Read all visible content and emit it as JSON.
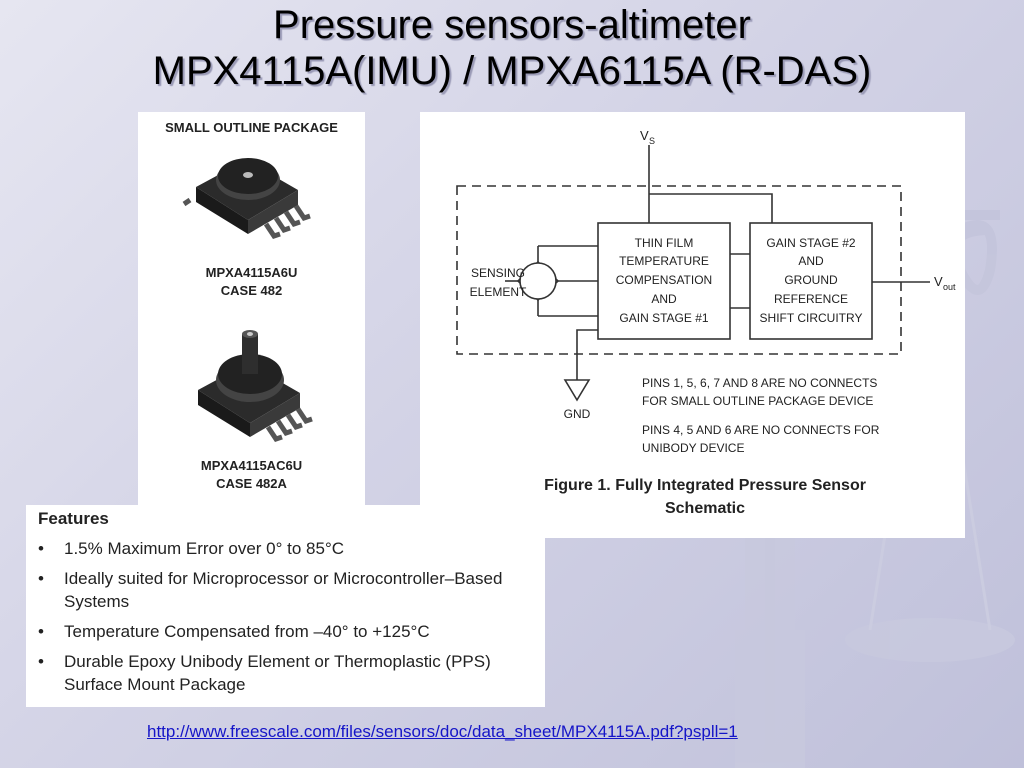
{
  "slide": {
    "title_line1": "Pressure sensors-altimeter",
    "title_line2": "MPX4115A(IMU) / MPXA6115A (R-DAS)"
  },
  "package_panel": {
    "heading": "SMALL OUTLINE PACKAGE",
    "part1_name": "MPXA4115A6U",
    "part1_case": "CASE 482",
    "part2_name": "MPXA4115AC6U",
    "part2_case": "CASE 482A"
  },
  "schematic": {
    "vs_label": "V",
    "vs_sub": "S",
    "vout_label": "V",
    "vout_sub": "out",
    "gnd_label": "GND",
    "sensing_element_lines": [
      "SENSING",
      "ELEMENT"
    ],
    "thin_film_lines": [
      "THIN FILM",
      "TEMPERATURE",
      "COMPENSATION",
      "AND",
      "GAIN STAGE #1"
    ],
    "gain_stage2_lines": [
      "GAIN STAGE #2",
      "AND",
      "GROUND",
      "REFERENCE",
      "SHIFT CIRCUITRY"
    ],
    "note1_lines": [
      "PINS 1, 5, 6, 7 AND 8 ARE NO CONNECTS",
      "FOR SMALL OUTLINE PACKAGE DEVICE"
    ],
    "note2_lines": [
      "PINS 4, 5 AND 6 ARE NO CONNECTS FOR",
      "UNIBODY DEVICE"
    ],
    "caption_line1": "Figure 1. Fully Integrated Pressure Sensor",
    "caption_line2": "Schematic"
  },
  "features": {
    "title": "Features",
    "bullet": "•",
    "items": [
      "1.5% Maximum Error over 0° to 85°C",
      "Ideally suited for Microprocessor or Microcontroller–Based Systems",
      "Temperature Compensated from –40° to +125°C",
      "Durable Epoxy Unibody Element or Thermoplastic (PPS) Surface Mount Package"
    ]
  },
  "link": {
    "url": "http://www.freescale.com/files/sensors/doc/data_sheet/MPX4115A.pdf?pspll=1"
  },
  "colors": {
    "background": "#d3d3e6",
    "link": "#1515c8",
    "schematic_line": "#333333"
  }
}
